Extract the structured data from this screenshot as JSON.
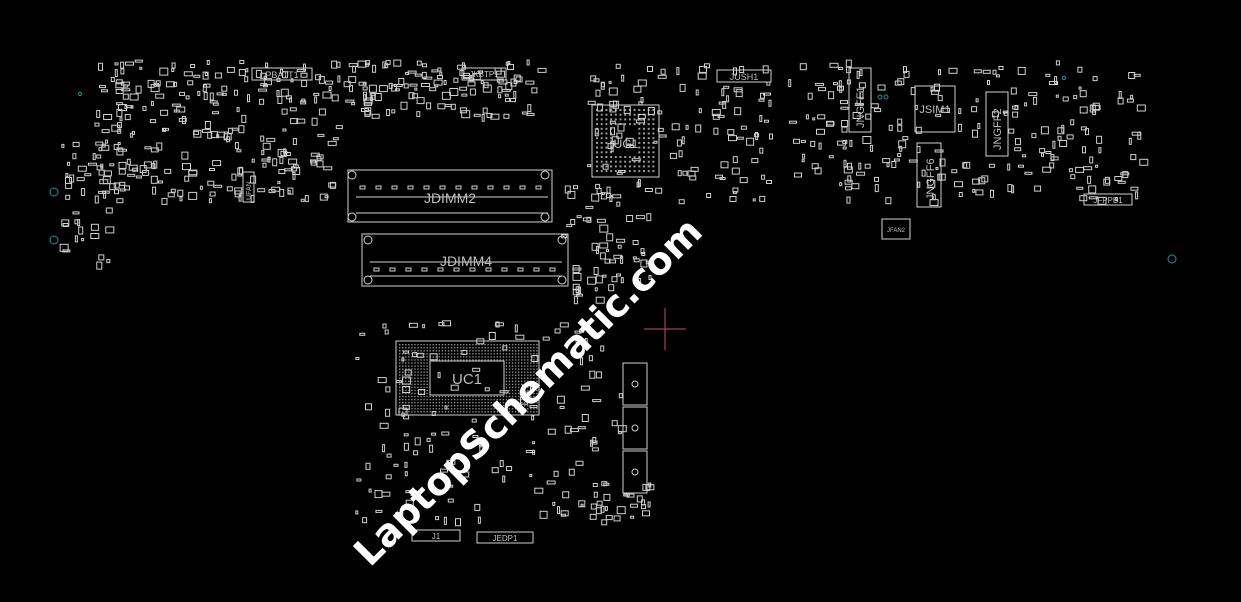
{
  "colors": {
    "background": "#000000",
    "outline": "#cfcfcf",
    "label": "#bdbdbd",
    "via": "#2a8a9a",
    "cursor": "#c0506a",
    "watermark": "#ffffff"
  },
  "labels": {
    "pbatt1": "PBATT1",
    "jkbtp1": "JKBTP1",
    "jush1": "JUSH1",
    "ufan": "UFAN",
    "jngff1": "JNGFF1",
    "jsim1": "JSIM1",
    "jngff2": "JNGFF2",
    "jngff6": "JNGFF6",
    "jfppb1": "JFPPB1",
    "jfan2": "JFAN2",
    "jdimm2": "JDIMM2",
    "jdimm4": "JDIMM4",
    "uc1": "UC1",
    "ugpu": "UG1",
    "jedp1": "JEDP1",
    "small_conn": "J1"
  },
  "watermark": "LaptopSchematic.com"
}
